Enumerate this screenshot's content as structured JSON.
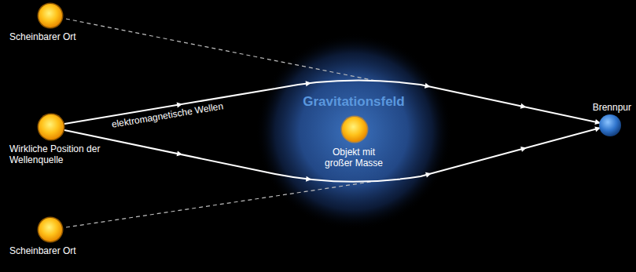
{
  "diagram": {
    "nodes": [
      {
        "text": [
          "Scheinbarer Ort"
        ]
      },
      {
        "text": [
          "Wirkliche Position der Wellenquelle"
        ]
      },
      {
        "text": [
          "Scheinbarer Ort"
        ]
      },
      {
        "text": [
          "Gravitationsfeld"
        ]
      },
      {
        "text": [
          "Objekt mit großer Masse"
        ],
        "in": 3
      },
      {
        "text": [
          "Brennpur"
        ]
      }
    ],
    "edges": [
      {
        "from": 1,
        "to": 5,
        "arrow": "to",
        "label": "elektromagnetische Wellen"
      },
      {
        "from": 1,
        "to": 5,
        "arrow": "to"
      }
    ]
  }
}
